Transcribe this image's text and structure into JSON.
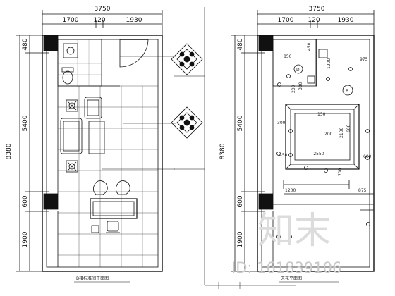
{
  "left_plan": {
    "top_overall": "3750",
    "top_segments": [
      "1700",
      "120",
      "1930"
    ],
    "left_overall": "8380",
    "left_segments": [
      "480",
      "5400",
      "600",
      "1900"
    ],
    "caption": "В楼标准间平面图"
  },
  "right_plan": {
    "top_overall": "3750",
    "top_segments": [
      "1700",
      "120",
      "1930"
    ],
    "left_overall": "8380",
    "left_segments": [
      "480",
      "5400",
      "600",
      "1900"
    ],
    "caption": "天花平面图",
    "dims": [
      "850",
      "975",
      "450",
      "1200",
      "2100",
      "2550",
      "200",
      "300",
      "450",
      "600",
      "700",
      "1200",
      "875",
      "300",
      "600",
      "200",
      "150"
    ],
    "markers": [
      "D",
      "B"
    ]
  },
  "watermark": {
    "logo_text": "知末",
    "id_text": "ID: 161839106"
  }
}
